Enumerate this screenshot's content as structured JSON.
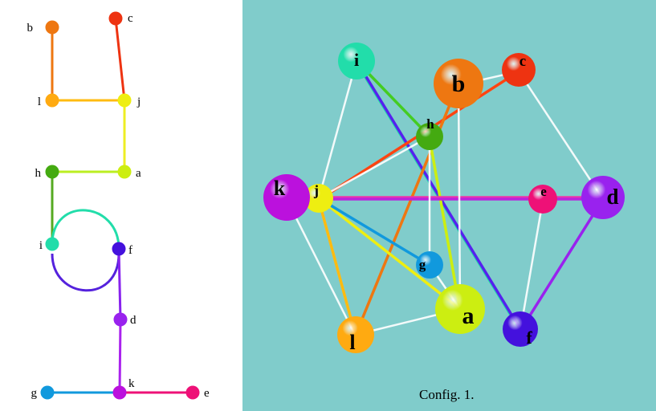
{
  "caption": "Config. 1.",
  "nodes": [
    {
      "id": "a",
      "label": "a",
      "color": "#ccee11"
    },
    {
      "id": "b",
      "label": "b",
      "color": "#ee7711"
    },
    {
      "id": "c",
      "label": "c",
      "color": "#ee3311"
    },
    {
      "id": "d",
      "label": "d",
      "color": "#9922ee"
    },
    {
      "id": "e",
      "label": "e",
      "color": "#ee1177"
    },
    {
      "id": "f",
      "label": "f",
      "color": "#4411dd"
    },
    {
      "id": "g",
      "label": "g",
      "color": "#1199dd"
    },
    {
      "id": "h",
      "label": "h",
      "color": "#44aa11"
    },
    {
      "id": "i",
      "label": "i",
      "color": "#22ddaa"
    },
    {
      "id": "j",
      "label": "j",
      "color": "#eeee11"
    },
    {
      "id": "k",
      "label": "k",
      "color": "#bb11dd"
    },
    {
      "id": "l",
      "label": "l",
      "color": "#ffaa11"
    }
  ],
  "tree_edges": [
    {
      "from": "b",
      "to": "l",
      "color": "#ee7711"
    },
    {
      "from": "c",
      "to": "j",
      "color": "#ee3311"
    },
    {
      "from": "l",
      "to": "j",
      "color": "#ffbb11"
    },
    {
      "from": "j",
      "to": "a",
      "color": "#eeee22"
    },
    {
      "from": "a",
      "to": "h",
      "color": "#bbee22"
    },
    {
      "from": "h",
      "to": "i",
      "color": "#55aa22"
    },
    {
      "from": "i",
      "to": "f",
      "color": "#22ddaa",
      "curve": "upper"
    },
    {
      "from": "i",
      "to": "f",
      "color": "#5522dd",
      "curve": "lower"
    },
    {
      "from": "f",
      "to": "d",
      "color": "#8822ee"
    },
    {
      "from": "d",
      "to": "k",
      "color": "#aa22ee"
    },
    {
      "from": "g",
      "to": "k",
      "color": "#1199dd"
    },
    {
      "from": "k",
      "to": "e",
      "color": "#ee1177"
    }
  ],
  "spatial_edges": [
    {
      "from": "i",
      "to": "h",
      "color": "#44cc22"
    },
    {
      "from": "i",
      "to": "f",
      "color": "#22ddaa"
    },
    {
      "from": "i",
      "to": "f",
      "color": "#5522ee"
    },
    {
      "from": "c",
      "to": "j",
      "color": "#ff4411"
    },
    {
      "from": "b",
      "to": "l",
      "color": "#ee7711"
    },
    {
      "from": "h",
      "to": "a",
      "color": "#ccee11"
    },
    {
      "from": "k",
      "to": "d",
      "color": "#ee33aa"
    },
    {
      "from": "k",
      "to": "d",
      "color": "#bb22dd"
    },
    {
      "from": "j",
      "to": "a",
      "color": "#eeee11"
    },
    {
      "from": "j",
      "to": "l",
      "color": "#ffbb11"
    },
    {
      "from": "j",
      "to": "g",
      "color": "#1199dd"
    },
    {
      "from": "f",
      "to": "d",
      "color": "#9922ee"
    },
    {
      "from": "h",
      "to": "j",
      "color": "#ffffff"
    },
    {
      "from": "b",
      "to": "c",
      "color": "#ffffff"
    },
    {
      "from": "b",
      "to": "a",
      "color": "#ffffff"
    },
    {
      "from": "c",
      "to": "d",
      "color": "#ffffff"
    },
    {
      "from": "i",
      "to": "j",
      "color": "#ffffff"
    },
    {
      "from": "k",
      "to": "l",
      "color": "#ffffff"
    },
    {
      "from": "l",
      "to": "a",
      "color": "#ffffff"
    },
    {
      "from": "e",
      "to": "f",
      "color": "#ffffff"
    },
    {
      "from": "g",
      "to": "a",
      "color": "#ffffff"
    },
    {
      "from": "h",
      "to": "g",
      "color": "#ffffff"
    }
  ]
}
